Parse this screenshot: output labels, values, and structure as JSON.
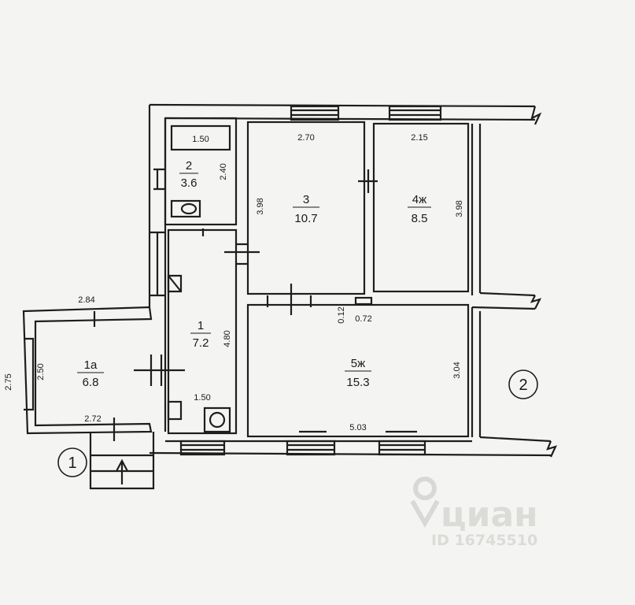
{
  "rooms": {
    "r1a": {
      "id": "1а",
      "area": "6.8"
    },
    "r1": {
      "id": "1",
      "area": "7.2"
    },
    "r2": {
      "id": "2",
      "area": "3.6"
    },
    "r3": {
      "id": "3",
      "area": "10.7"
    },
    "r4": {
      "id": "4ж",
      "area": "8.5"
    },
    "r5": {
      "id": "5ж",
      "area": "15.3"
    }
  },
  "dims": {
    "d_2_75": "2.75",
    "d_2_84": "2.84",
    "d_2_50": "2.50",
    "d_2_72": "2.72",
    "d_1_50_bath": "1.50",
    "d_2_40": "2.40",
    "d_4_80": "4.80",
    "d_1_50_hall": "1.50",
    "d_2_70": "2.70",
    "d_3_98_a": "3.98",
    "d_2_15": "2.15",
    "d_3_98_b": "3.98",
    "d_0_12": "0.12",
    "d_0_72": "0.72",
    "d_3_04": "3.04",
    "d_5_03": "5.03"
  },
  "markers": {
    "m1": "1",
    "m2": "2"
  },
  "watermark": {
    "brand": "циан",
    "id_text": "ID 16745510"
  }
}
